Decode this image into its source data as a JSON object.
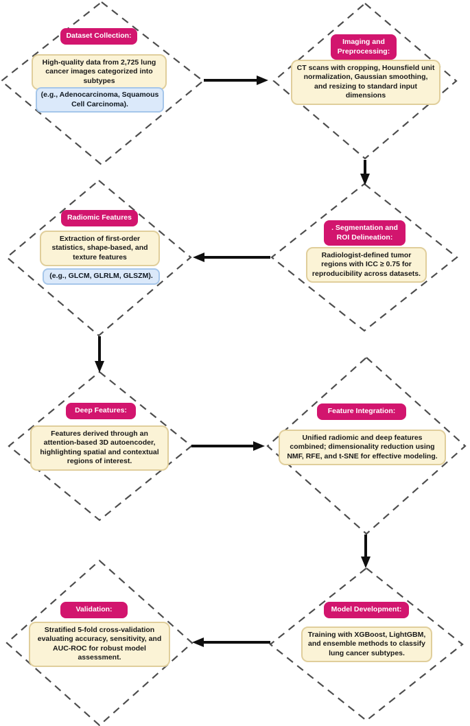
{
  "diagram": {
    "description": "Lung cancer classification methodology flowchart",
    "colors": {
      "header_bg": "#D2156E",
      "header_text": "#FFFFFF",
      "body_bg": "#FBF3D6",
      "body_border": "#E0CE9B",
      "note_bg": "#DBE9FA",
      "note_border": "#A5C6EA",
      "dash_outline": "#4D4D4D",
      "arrow": "#0F0F0F",
      "canvas_bg": "#FFFFFF"
    },
    "nodes": [
      {
        "id": "dataset-collection",
        "title": "Dataset Collection:",
        "body": "High-quality data from 2,725 lung cancer images categorized into subtypes",
        "note": "(e.g., Adenocarcinoma, Squamous Cell Carcinoma)."
      },
      {
        "id": "imaging-preprocessing",
        "title": "Imaging and Preprocessing:",
        "body": "CT scans with cropping, Hounsfield unit normalization, Gaussian smoothing, and resizing to standard input dimensions"
      },
      {
        "id": "radiomic-features",
        "title": "Radiomic Features",
        "body": "Extraction of first-order statistics, shape-based, and texture features",
        "note": "(e.g., GLCM, GLRLM, GLSZM)."
      },
      {
        "id": "segmentation-roi-delineation",
        "title": ". Segmentation and ROI Delineation:",
        "body": "Radiologist-defined tumor regions with ICC ≥ 0.75 for reproducibility across datasets."
      },
      {
        "id": "deep-features",
        "title": "Deep Features:",
        "body": "Features derived through an attention-based 3D autoencoder, highlighting spatial and contextual regions of interest."
      },
      {
        "id": "feature-integration",
        "title": "Feature Integration:",
        "body": "Unified radiomic and deep features combined; dimensionality reduction using NMF, RFE, and t-SNE for effective modeling."
      },
      {
        "id": "validation",
        "title": "Validation:",
        "body": "Stratified 5-fold cross-validation evaluating accuracy, sensitivity, and AUC-ROC for robust model assessment."
      },
      {
        "id": "model-development",
        "title": "Model Development:",
        "body": "Training with XGBoost, LightGBM, and ensemble methods to classify lung cancer subtypes."
      }
    ],
    "edges": [
      {
        "from": "dataset-collection",
        "to": "imaging-preprocessing",
        "direction": "right"
      },
      {
        "from": "imaging-preprocessing",
        "to": "segmentation-roi-delineation",
        "direction": "down"
      },
      {
        "from": "segmentation-roi-delineation",
        "to": "radiomic-features",
        "direction": "left"
      },
      {
        "from": "radiomic-features",
        "to": "deep-features",
        "direction": "down"
      },
      {
        "from": "deep-features",
        "to": "feature-integration",
        "direction": "right"
      },
      {
        "from": "feature-integration",
        "to": "model-development",
        "direction": "down"
      },
      {
        "from": "model-development",
        "to": "validation",
        "direction": "left"
      }
    ]
  }
}
